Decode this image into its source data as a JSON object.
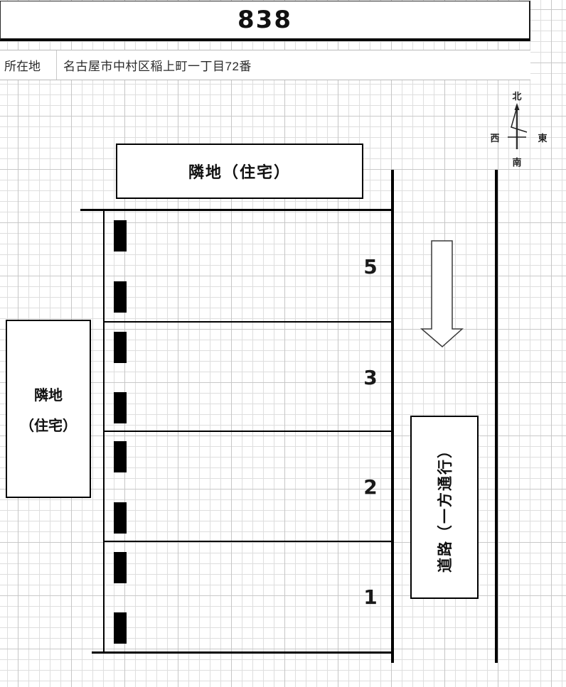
{
  "title": "838",
  "address_row": {
    "label": "所在地",
    "value": "名古屋市中村区稲上町一丁目72番"
  },
  "compass": {
    "north": "北",
    "south": "南",
    "west": "西",
    "east": "東"
  },
  "neighbor_top": {
    "label": "隣地（住宅）"
  },
  "neighbor_left": {
    "line1": "隣地",
    "line2": "（住宅）"
  },
  "road": {
    "label": "道路（一方通行）",
    "direction": "down"
  },
  "spaces": [
    {
      "number": "5"
    },
    {
      "number": "3"
    },
    {
      "number": "2"
    },
    {
      "number": "1"
    }
  ],
  "colors": {
    "line": "#000000",
    "text": "#111111",
    "grid_minor": "#dedede",
    "grid_major": "#c6c6c6",
    "row_border": "#b9b9b9",
    "background": "#ffffff"
  }
}
